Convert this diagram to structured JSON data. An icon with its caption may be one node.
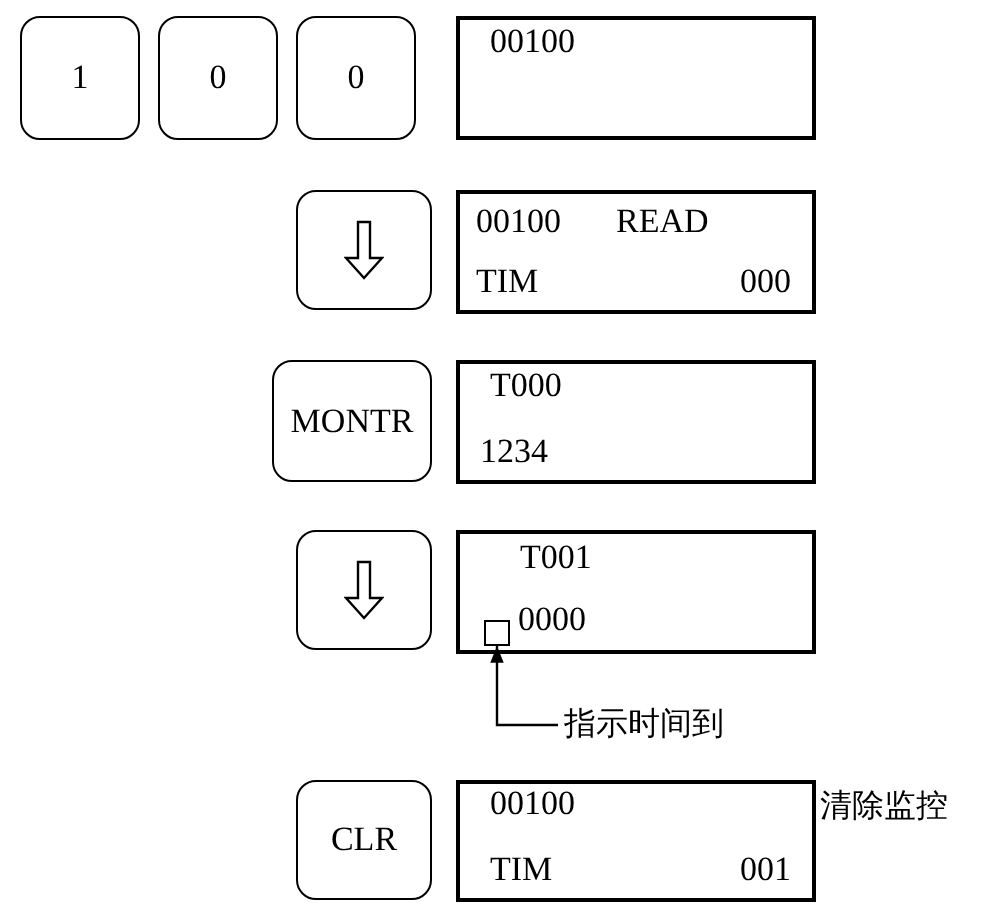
{
  "diagram": {
    "nodes": [
      {
        "text": [
          "1"
        ]
      },
      {
        "text": [
          "0"
        ]
      },
      {
        "text": [
          "0"
        ]
      },
      {
        "text": [
          "00100"
        ]
      },
      {
        "text": [],
        "shape": "box"
      },
      {
        "text": [
          "00100",
          "READ",
          "TIM",
          "000"
        ]
      },
      {
        "text": [
          "MONTR"
        ]
      },
      {
        "text": [
          "T000",
          "1234"
        ]
      },
      {
        "text": [],
        "shape": "box"
      },
      {
        "text": [
          "T001",
          "0000"
        ]
      },
      {
        "text": [],
        "shape": "box",
        "in": 9
      },
      {
        "text": [
          "指示时间到"
        ]
      },
      {
        "text": [
          "CLR"
        ]
      },
      {
        "text": [
          "00100",
          "TIM",
          "001"
        ],
        "beside": [
          "清除监控"
        ]
      }
    ],
    "edges": [
      {
        "from": 11,
        "to": 10,
        "arrow": "to"
      }
    ]
  }
}
